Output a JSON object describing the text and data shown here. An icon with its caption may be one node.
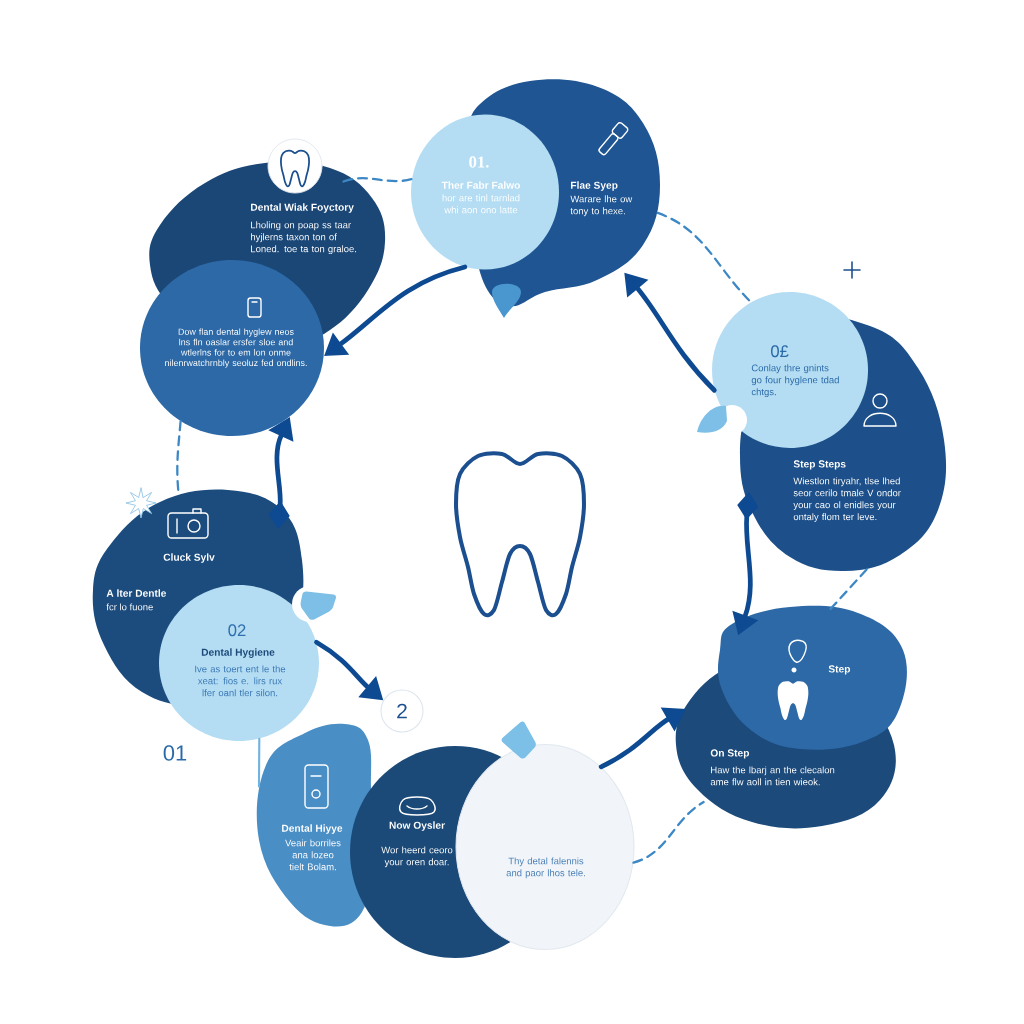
{
  "diagram": {
    "nodes": [
      {
        "text": [
          "01.",
          "Ther Fabr Falwo",
          "hor are tinl tarnlad whi aon ono latte"
        ]
      },
      {
        "text": [
          "Flae Syep",
          "Warare lhe ow tony to hexe."
        ]
      },
      {
        "text": [
          "Dental Wiak Foyctory",
          "Lholing on poap ss taar hyjlerns taxon ton of Loned. toe ta ton graloe."
        ]
      },
      {
        "text": [
          "Dow flan dental hyglew neos lns fln oaslar ersfer sloe and wtlerlns for to em lon onme nilenrwatchrnbly seoluz fed ondlins."
        ]
      },
      {
        "text": [
          "0£",
          "Conlay thre gnints go four hyglene tdad chtgs."
        ]
      },
      {
        "text": [
          "Step Steps",
          "Wiestlon tiryahr, tlse lhed seor cerilo tmale V ondor your cao ol enidles your ontaly flom ter leve."
        ]
      },
      {
        "text": [
          "Cluck Sylv",
          "A lter Dentle",
          "fcr lo fuone"
        ]
      },
      {
        "text": [
          "02",
          "Dental Hygiene",
          "Ive as toert ent le the xeat: fios e. lirs rux lfer oanl tler silon."
        ]
      },
      {
        "text": [
          "Step"
        ]
      },
      {
        "text": [
          "On Step",
          "Haw the lbarj an the clecalon ame flw aoll in tien wieok."
        ]
      },
      {
        "text": [
          "2"
        ]
      },
      {
        "text": [
          "Dental Hiyye",
          "Veair borriles ana lozeo tielt Bolam."
        ]
      },
      {
        "text": [
          "Now Oysler",
          "Wor heerd ceoro your oren doar."
        ]
      },
      {
        "text": [
          "Thy detal falennis and paor lhos tele."
        ]
      }
    ],
    "edges": [
      {
        "from": 4,
        "to": 1,
        "arrow": "to",
        "style": "thick"
      },
      {
        "from": 0,
        "to": 3,
        "arrow": "to",
        "style": "thick"
      },
      {
        "from": 6,
        "to": 3,
        "arrow": "to",
        "style": "thick"
      },
      {
        "from": 7,
        "to": 10,
        "arrow": "to",
        "style": "thick"
      },
      {
        "from": 13,
        "to": 9,
        "arrow": "to",
        "style": "thick"
      },
      {
        "from": 5,
        "to": 8,
        "arrow": "to",
        "style": "thick"
      },
      {
        "from": 2,
        "to": 0,
        "arrow": "none",
        "style": "dashed",
        "color": "#3d88c4"
      },
      {
        "from": 1,
        "to": 4,
        "arrow": "none",
        "style": "dashed",
        "color": "#3d88c4"
      },
      {
        "from": 5,
        "to": 8,
        "arrow": "none",
        "style": "dashed",
        "color": "#3d88c4"
      },
      {
        "from": 13,
        "to": 9,
        "arrow": "none",
        "style": "dashed",
        "color": "#3d88c4"
      },
      {
        "from": 7,
        "to": 11,
        "arrow": "none",
        "color": "#6fb3e0"
      },
      {
        "from": 3,
        "to": 6,
        "arrow": "none",
        "style": "dashed",
        "color": "#3d88c4"
      }
    ],
    "labels": [
      "01"
    ]
  }
}
